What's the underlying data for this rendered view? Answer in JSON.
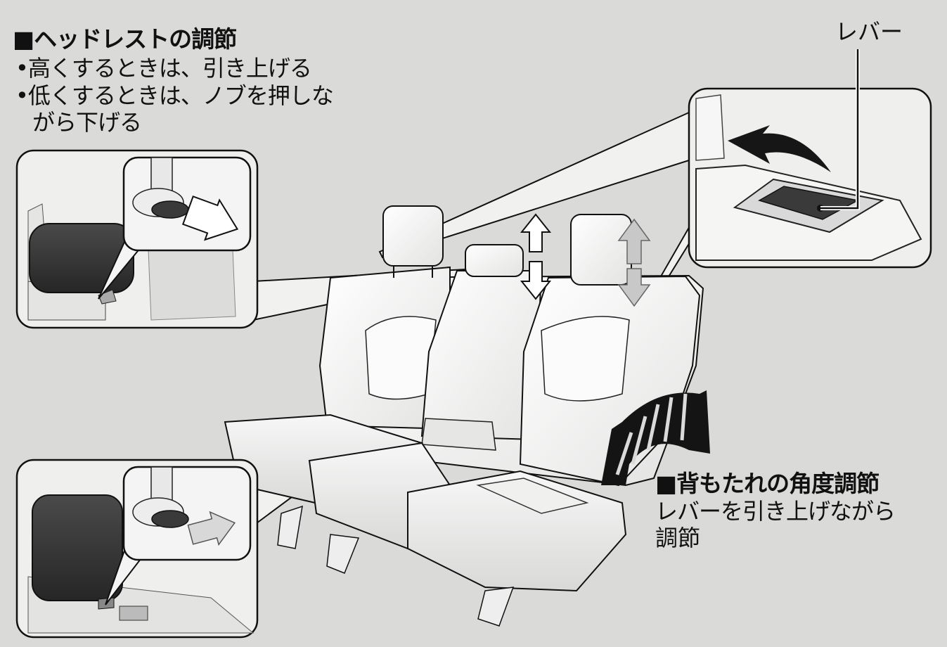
{
  "headrest_section": {
    "title": "■ヘッドレストの調節",
    "bullet_raise": "•高くするときは、引き上げる",
    "bullet_lower_line1": "•低くするときは、ノブを押しな",
    "bullet_lower_line2": "がら下げる"
  },
  "lever_callout": {
    "label": "レバー"
  },
  "recline_section": {
    "title": "■背もたれの角度調節",
    "desc_line1": "レバーを引き上げながら",
    "desc_line2": "調節"
  },
  "colors": {
    "background": "#dadbd9",
    "panel_fill": "#f2f2f2",
    "seat_fill": "#f4f4f3",
    "cushion_dark": "#3a3a3a",
    "outline": "#111111"
  }
}
